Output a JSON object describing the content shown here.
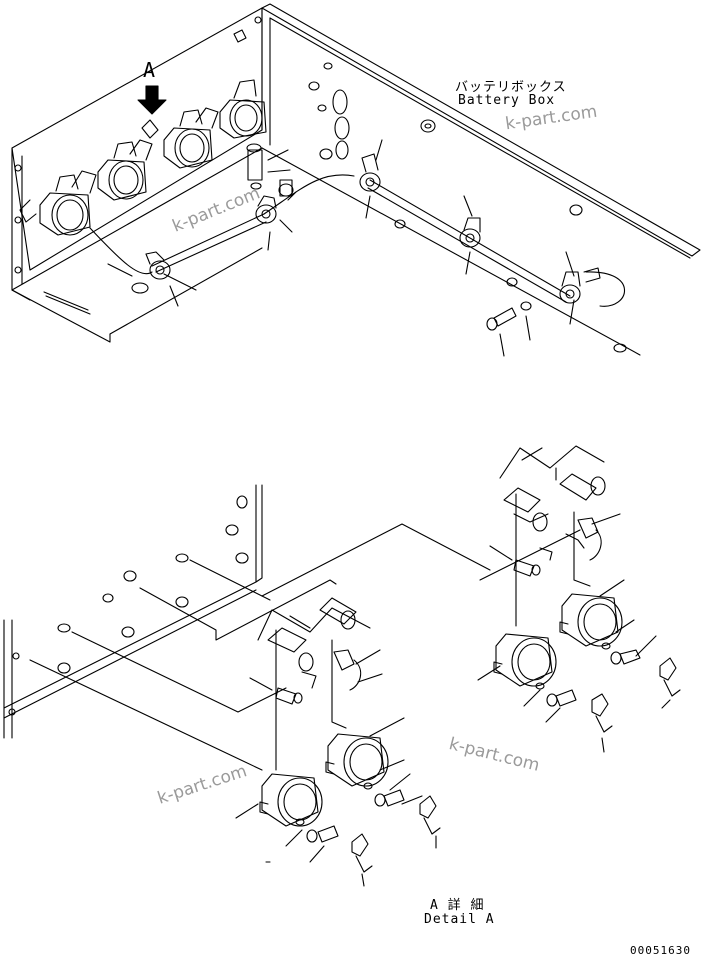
{
  "labels": {
    "view_letter": "A",
    "battery_box_jp": "バッテリボックス",
    "battery_box_en": "Battery Box",
    "detail_jp": "A 詳 細",
    "detail_en": "Detail A",
    "drawing_number": "00051630"
  },
  "watermarks": [
    "k-part.com",
    "k-part.com",
    "k-part.com",
    "k-part.com"
  ],
  "colors": {
    "line": "#000000",
    "watermark": "#9a9a9a",
    "background": "#ffffff"
  },
  "icons": {
    "view_arrow": "down-arrow-icon"
  }
}
